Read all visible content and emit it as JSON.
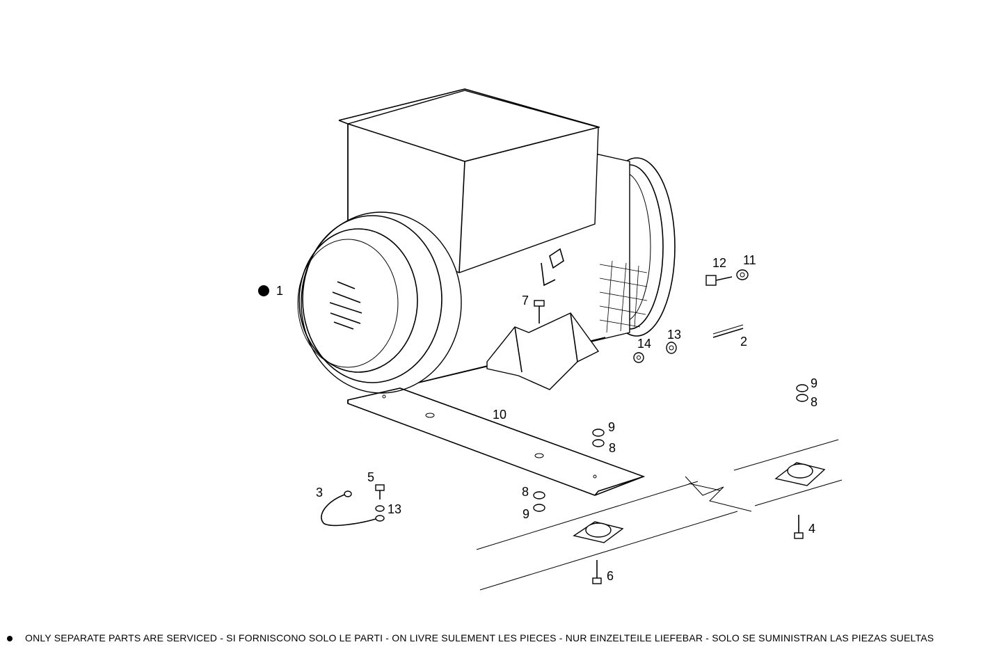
{
  "callouts": {
    "c1": "1",
    "c2": "2",
    "c3": "3",
    "c4": "4",
    "c5": "5",
    "c6": "6",
    "c7": "7",
    "c8a": "8",
    "c8b": "8",
    "c8c": "8",
    "c9a": "9",
    "c9b": "9",
    "c9c": "9",
    "c10": "10",
    "c11": "11",
    "c12": "12",
    "c13a": "13",
    "c13b": "13",
    "c14": "14"
  },
  "footnote": "ONLY SEPARATE PARTS ARE SERVICED - SI FORNISCONO SOLO LE PARTI - ON LIVRE SULEMENT LES PIECES - NUR EINZELTEILE LIEFEBAR - SOLO SE SUMINISTRAN LAS PIEZAS SUELTAS"
}
